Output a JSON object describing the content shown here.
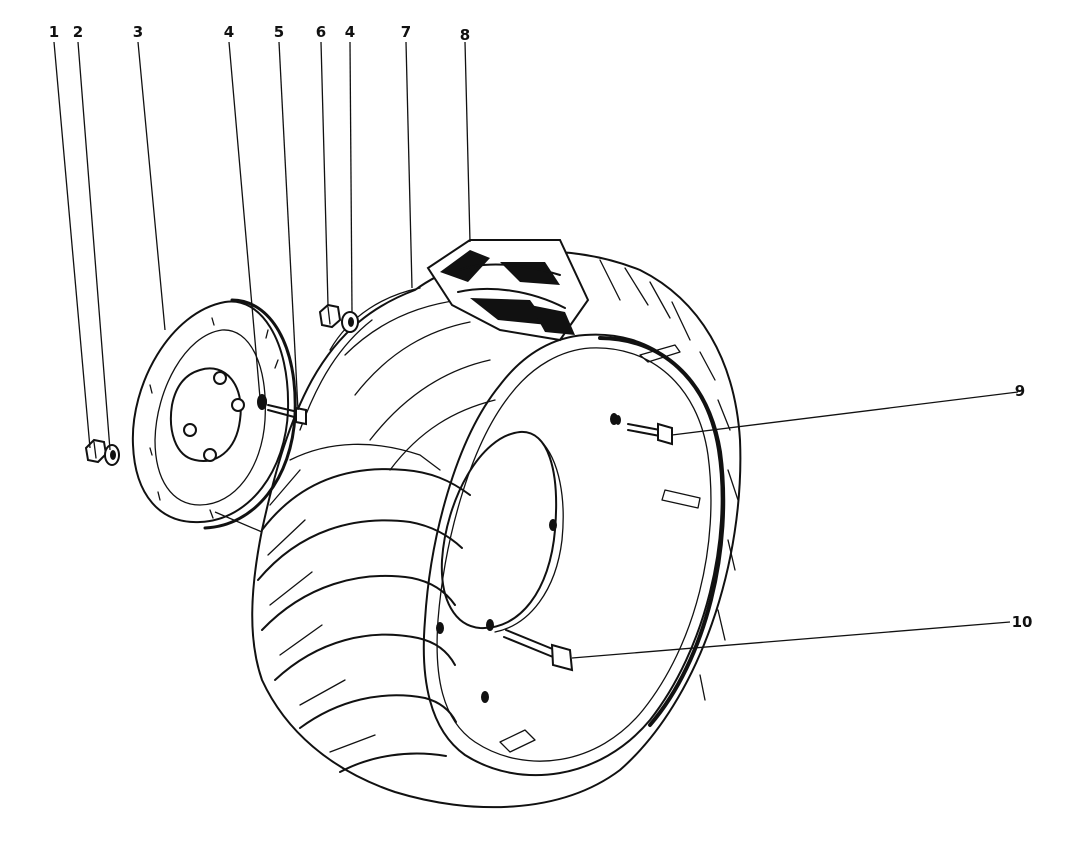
{
  "diagram": {
    "callouts": [
      {
        "id": "c1",
        "label": "1"
      },
      {
        "id": "c2",
        "label": "2"
      },
      {
        "id": "c3",
        "label": "3"
      },
      {
        "id": "c4a",
        "label": "4"
      },
      {
        "id": "c5",
        "label": "5"
      },
      {
        "id": "c6",
        "label": "6"
      },
      {
        "id": "c4b",
        "label": "4"
      },
      {
        "id": "c7",
        "label": "7"
      },
      {
        "id": "c8",
        "label": "8"
      },
      {
        "id": "c9",
        "label": "9"
      },
      {
        "id": "c10",
        "label": "10"
      }
    ]
  }
}
